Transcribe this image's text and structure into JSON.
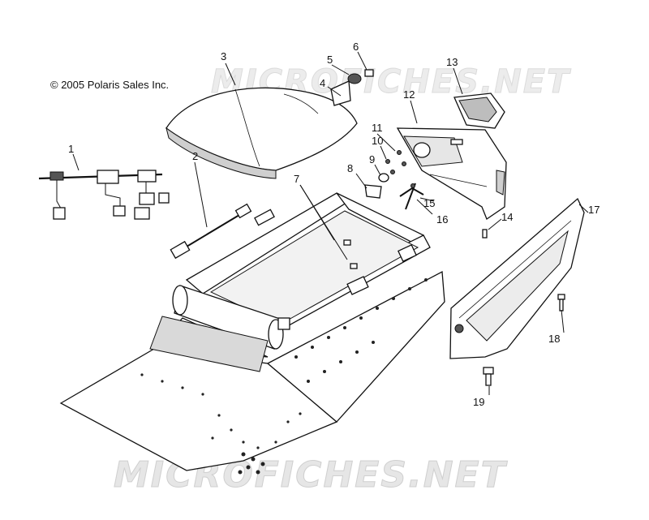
{
  "copyright": "© 2005 Polaris Sales Inc.",
  "watermark_top": "MICROFICHES.NET",
  "watermark_bottom": "MICROFICHES.NET",
  "callouts": [
    {
      "id": "c1",
      "label": "1"
    },
    {
      "id": "c2",
      "label": "2"
    },
    {
      "id": "c3",
      "label": "3"
    },
    {
      "id": "c4",
      "label": "4"
    },
    {
      "id": "c5",
      "label": "5"
    },
    {
      "id": "c6",
      "label": "6"
    },
    {
      "id": "c7",
      "label": "7"
    },
    {
      "id": "c8",
      "label": "8"
    },
    {
      "id": "c9",
      "label": "9"
    },
    {
      "id": "c10",
      "label": "10"
    },
    {
      "id": "c11",
      "label": "11"
    },
    {
      "id": "c12",
      "label": "12"
    },
    {
      "id": "c13",
      "label": "13"
    },
    {
      "id": "c14",
      "label": "14"
    },
    {
      "id": "c15",
      "label": "15"
    },
    {
      "id": "c16",
      "label": "16"
    },
    {
      "id": "c17",
      "label": "17"
    },
    {
      "id": "c18",
      "label": "18"
    },
    {
      "id": "c19",
      "label": "19"
    }
  ]
}
